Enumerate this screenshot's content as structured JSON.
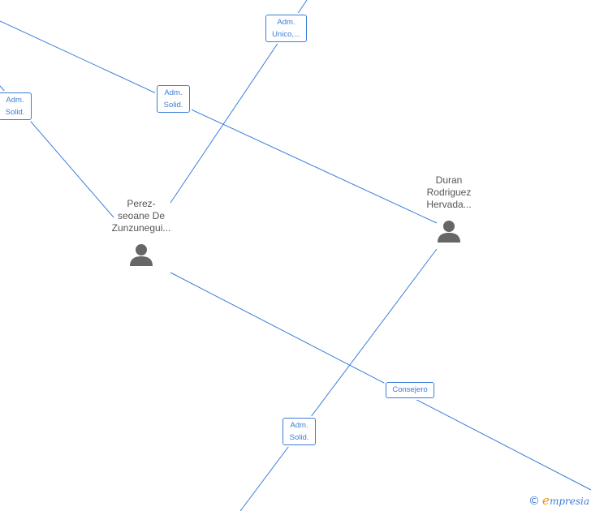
{
  "persons": [
    {
      "id": "perez",
      "name_lines": [
        "Perez-",
        "seoane De",
        "Zunzunegui..."
      ]
    },
    {
      "id": "duran",
      "name_lines": [
        "Duran",
        "Rodriguez",
        "Hervada..."
      ]
    }
  ],
  "roles": [
    {
      "id": "adm-unico",
      "lines": [
        "Adm.",
        "Unico,..."
      ]
    },
    {
      "id": "adm-solid-center",
      "lines": [
        "Adm.",
        "Solid."
      ]
    },
    {
      "id": "adm-solid-left",
      "lines": [
        "Adm.",
        "Solid."
      ]
    },
    {
      "id": "consejero",
      "lines": [
        "Consejero"
      ]
    },
    {
      "id": "adm-solid-bottom",
      "lines": [
        "Adm.",
        "Solid."
      ]
    }
  ],
  "brand": {
    "copyright": "©",
    "initial": "e",
    "rest": "mpresia"
  },
  "colors": {
    "edge": "#3b7dd8",
    "avatar": "#666666",
    "brand_accent": "#f39200"
  }
}
